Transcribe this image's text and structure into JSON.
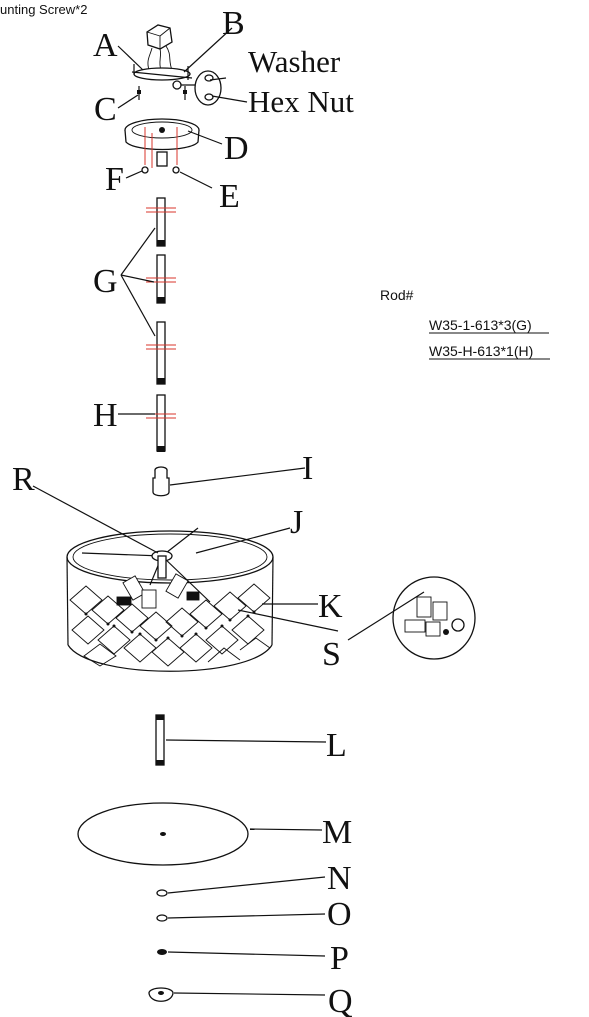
{
  "header": {
    "cut_text": "unting Screw*2"
  },
  "labels": {
    "A": "A",
    "B": "B",
    "C": "C",
    "D": "D",
    "E": "E",
    "F": "F",
    "G": "G",
    "H": "H",
    "I": "I",
    "J": "J",
    "K": "K",
    "L": "L",
    "M": "M",
    "N": "N",
    "O": "O",
    "P": "P",
    "Q": "Q",
    "R": "R",
    "S": "S",
    "washer": "Washer",
    "hex_nut": "Hex Nut"
  },
  "rod_info": {
    "title": "Rod#",
    "items": [
      "W35-1-613*3(G)",
      "W35-H-613*1(H)"
    ]
  },
  "colors": {
    "line": "#111111",
    "accent_red": "#d9362b",
    "background": "#ffffff"
  }
}
